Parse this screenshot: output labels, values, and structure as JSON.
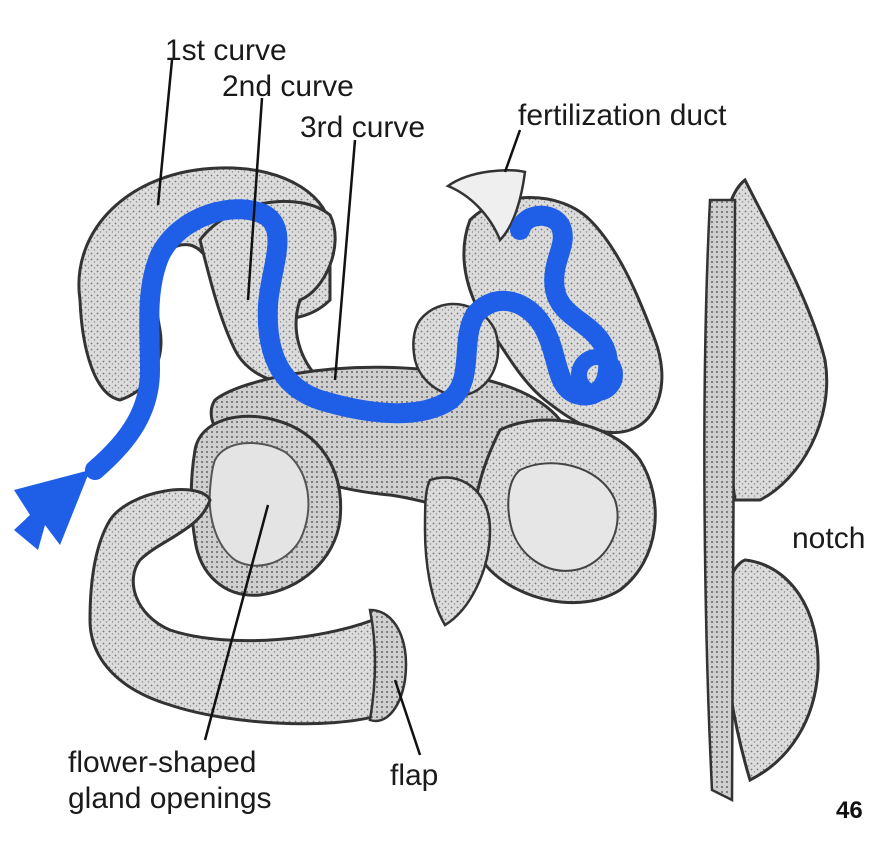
{
  "labels": {
    "first_curve": "1st curve",
    "second_curve": "2nd curve",
    "third_curve": "3rd curve",
    "fertilization_duct": "fertilization duct",
    "notch": "notch",
    "gland_openings_line1": "flower-shaped",
    "gland_openings_line2": "gland openings",
    "flap": "flap"
  },
  "page_number": "46",
  "colors": {
    "path_arrow": "#1f5fe8",
    "tissue": "#d9d9d9",
    "outline": "#333333"
  }
}
